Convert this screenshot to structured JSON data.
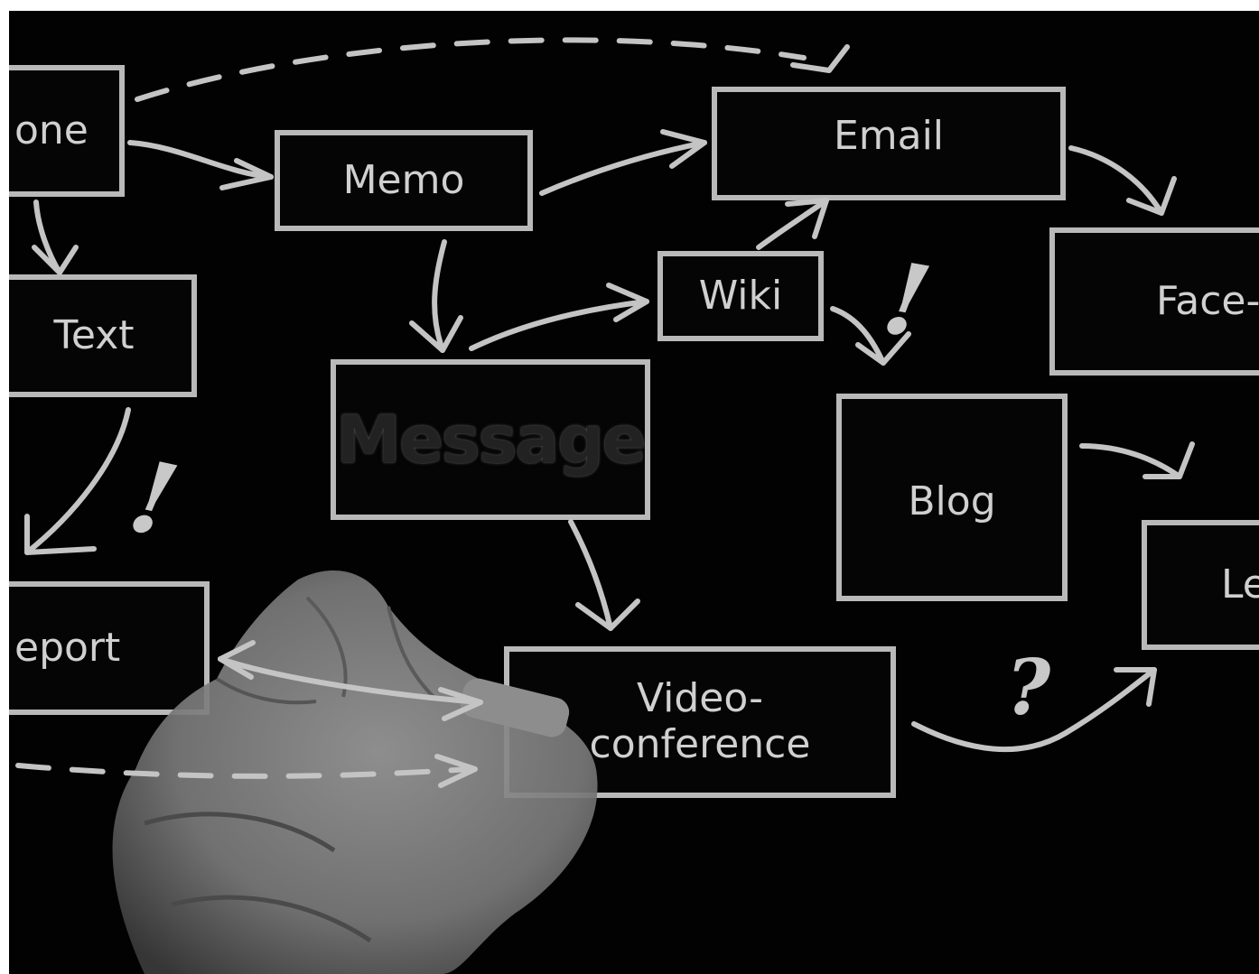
{
  "nodes": {
    "phone": "one",
    "memo": "Memo",
    "email": "Email",
    "text": "Text",
    "wiki": "Wiki",
    "face": "Face-",
    "message": "Message",
    "blog": "Blog",
    "report": "eport",
    "letter": "Le",
    "video_line1": "Video-",
    "video_line2": "conference"
  },
  "marks": {
    "exclaim": "!",
    "question": "?"
  },
  "colors": {
    "board": "#020202",
    "chalk": "#c4c4c4",
    "border": "#ffffff"
  },
  "icons": {
    "hand": "hand-holding-marker-icon"
  }
}
